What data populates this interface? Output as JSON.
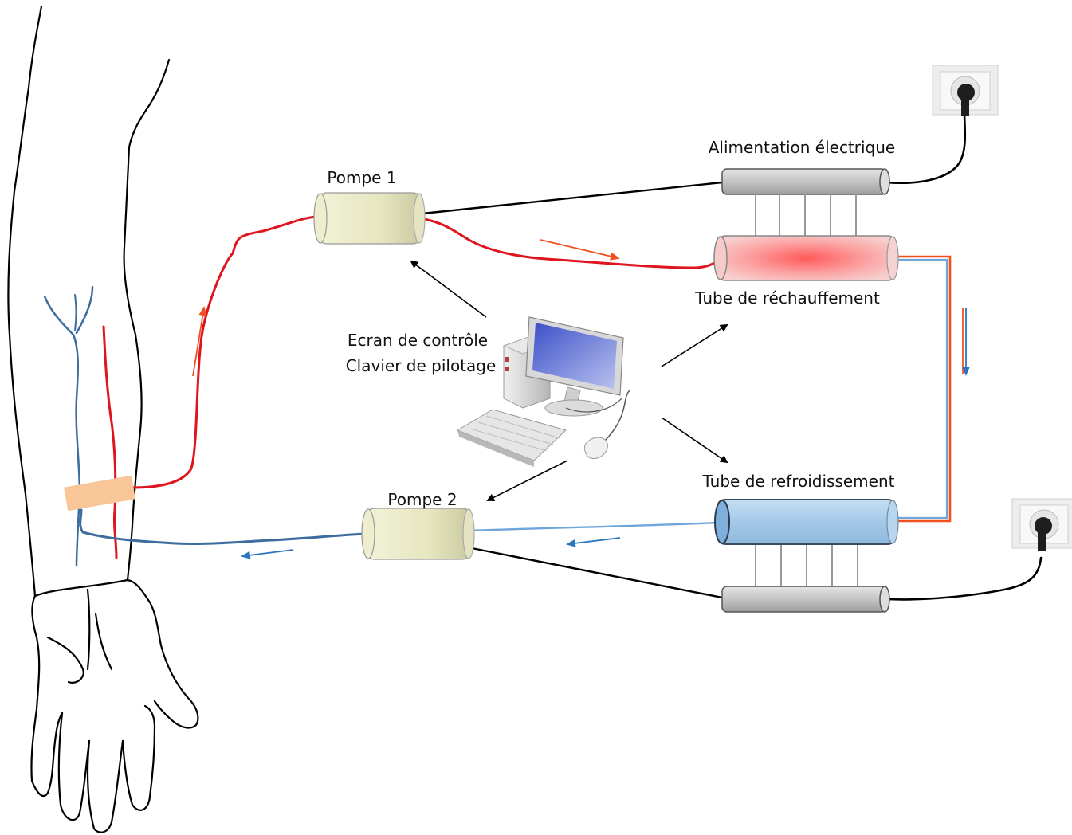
{
  "labels": {
    "pump1": "Pompe 1",
    "pump2": "Pompe 2",
    "power_supply": "Alimentation électrique",
    "heating_tube": "Tube de réchauffement",
    "cooling_tube": "Tube de refroidissement",
    "control_screen": "Ecran de contrôle",
    "control_keyboard": "Clavier de pilotage"
  },
  "colors": {
    "artery": "#e0141e",
    "vein": "#3d6c9e",
    "flow_red": "#f0501e",
    "flow_blue": "#2a74c0",
    "pump_fill": "#e9e9c6",
    "heater_fill": "#f8b4b4",
    "cooler_fill": "#a9cdeb",
    "psu_fill": "#c9c9c9",
    "bandage": "#f9c797",
    "screen": "#5667c9"
  },
  "icons": {
    "outlet_top": "wall-outlet-icon",
    "outlet_bottom": "wall-outlet-icon",
    "computer": "desktop-computer-icon"
  }
}
